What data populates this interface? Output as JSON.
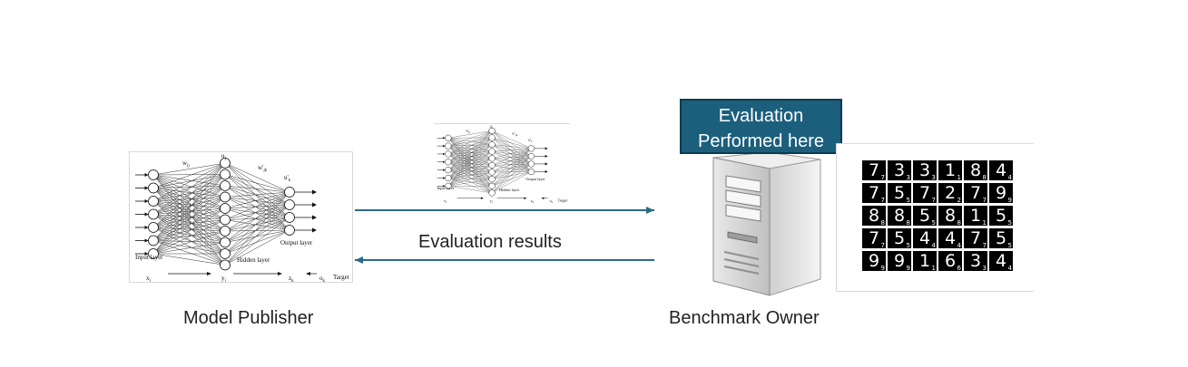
{
  "publisher": {
    "label": "Model Publisher",
    "network": {
      "w_ij": "w",
      "w_ij_sub": "ij",
      "u_j": "u",
      "u_j_sub": "j",
      "w_jk": "w'",
      "w_jk_sub": "jk",
      "u_k": "u'",
      "u_k_sub": "k",
      "input_layer": "Input layer",
      "hidden_layer": "Hidden layer",
      "output_layer": "Output layer",
      "x_i": "x",
      "x_i_sub": "i",
      "y_j": "y",
      "y_j_sub": "j",
      "z_k": "z",
      "z_k_sub": "k",
      "o_k": "o",
      "o_k_sub": "k",
      "target": "Target"
    }
  },
  "transfer": {
    "results_label": "Evaluation results",
    "arrow_color": "#2d6a85"
  },
  "owner": {
    "label": "Benchmark Owner",
    "eval_box_text": "Evaluation Performed here",
    "eval_box_color": "#1c5f7d"
  },
  "mnist": {
    "digits": [
      [
        "7",
        "7"
      ],
      [
        "3",
        "3"
      ],
      [
        "3",
        "3"
      ],
      [
        "1",
        "1"
      ],
      [
        "8",
        "8"
      ],
      [
        "4",
        "4"
      ],
      [
        "7",
        "7"
      ],
      [
        "5",
        "5"
      ],
      [
        "7",
        "7"
      ],
      [
        "2",
        "2"
      ],
      [
        "7",
        "7"
      ],
      [
        "9",
        "9"
      ],
      [
        "8",
        "8"
      ],
      [
        "8",
        "8"
      ],
      [
        "5",
        "5"
      ],
      [
        "8",
        "8"
      ],
      [
        "1",
        "1"
      ],
      [
        "5",
        "5"
      ],
      [
        "7",
        "7"
      ],
      [
        "5",
        "5"
      ],
      [
        "4",
        "4"
      ],
      [
        "4",
        "4"
      ],
      [
        "7",
        "7"
      ],
      [
        "5",
        "5"
      ],
      [
        "9",
        "9"
      ],
      [
        "9",
        "9"
      ],
      [
        "1",
        "1"
      ],
      [
        "6",
        "6"
      ],
      [
        "3",
        "3"
      ],
      [
        "4",
        "4"
      ]
    ]
  }
}
